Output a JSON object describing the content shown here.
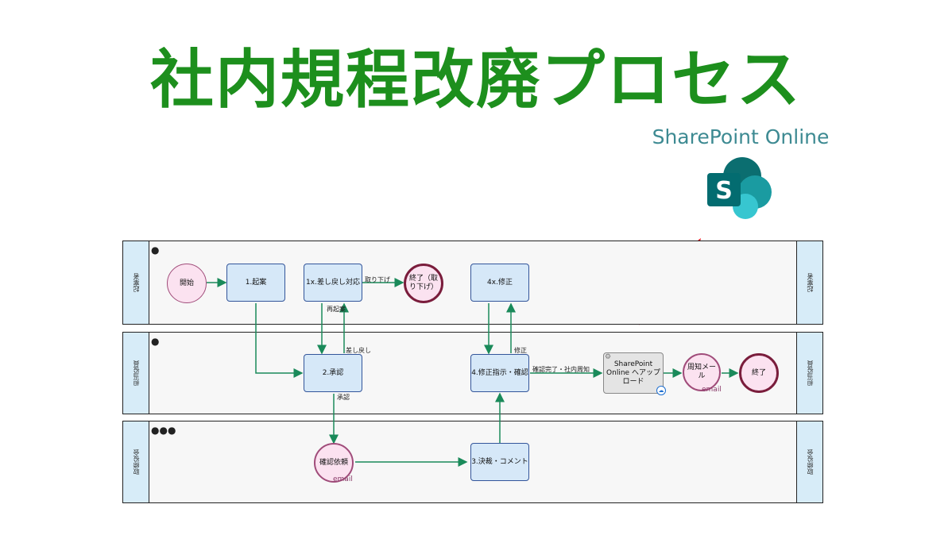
{
  "title": "社内規程改廃プロセス",
  "sharepoint": {
    "label": "SharePoint Online",
    "logo_letter": "S"
  },
  "lanes": [
    {
      "name": "起案者",
      "icon": "person-icon"
    },
    {
      "name": "担当役員",
      "icon": "person-icon"
    },
    {
      "name": "取締役会",
      "icon": "people-group-icon"
    }
  ],
  "nodes": {
    "start": "開始",
    "draft": "1.起案",
    "remand_handle": "1x.差し戻し対応",
    "end_withdraw": "終了（取り下げ）",
    "fix": "4x.修正",
    "approve": "2.承認",
    "fix_confirm": "4.修正指示・確認",
    "sp_upload": "SharePoint Online へアップロード",
    "notify_mail": "周知メール",
    "end": "終了",
    "confirm_request": "確認依頼",
    "resolution": "3.決裁・コメント"
  },
  "edge_labels": {
    "withdraw": "取り下げ",
    "resubmit": "再起案",
    "remand": "差し戻し",
    "fix_done": "修正",
    "confirm_notice": "確認完了・社内周知",
    "accept": "承認"
  },
  "email_tag": "email",
  "colors": {
    "title_green": "#1d8f1d",
    "flow_line": "#1a8a5a",
    "red_arrow": "#e8141c",
    "sharepoint_teal": "#0f7b7b"
  }
}
